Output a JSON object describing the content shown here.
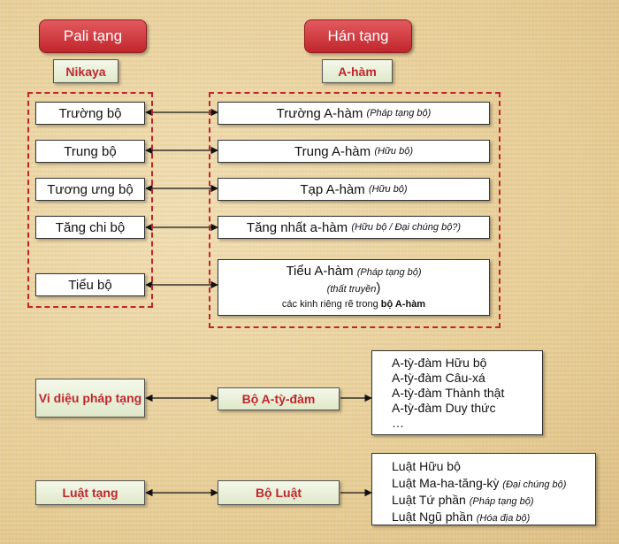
{
  "headers": {
    "pali": "Pali tạng",
    "han": "Hán tạng"
  },
  "subheaders": {
    "nikaya": "Nikaya",
    "aham": "A-hàm"
  },
  "pali_items": [
    "Trường bộ",
    "Trung bộ",
    "Tương ưng bộ",
    "Tăng chi bộ",
    "Tiểu bộ"
  ],
  "han_items": [
    {
      "name": "Trường A-hàm",
      "note": "(Pháp tạng bộ)"
    },
    {
      "name": "Trung A-hàm",
      "note": "(Hữu bộ)"
    },
    {
      "name": "Tạp A-hàm",
      "note": "(Hữu bộ)"
    },
    {
      "name": "Tăng nhất a-hàm",
      "note": "(Hữu bộ / Đại chúng bộ?)"
    }
  ],
  "tieu_aham": {
    "name": "Tiểu A-hàm",
    "note": "(Pháp tạng bộ)",
    "lost": "(thất truyền",
    "lost_close": ")",
    "desc": "các kinh riêng rẽ trong ",
    "desc_bold": "bộ A-hàm"
  },
  "abhidharma": {
    "pali": "Vi diệu pháp tạng",
    "han": "Bộ A-tỳ-đàm",
    "list": [
      "A-tỳ-đàm Hữu bộ",
      "A-tỳ-đàm Câu-xá",
      "A-tỳ-đàm Thành thật",
      "A-tỳ-đàm Duy thức",
      "…"
    ]
  },
  "vinaya": {
    "pali": "Luật tạng",
    "han": "Bộ Luật",
    "list": [
      {
        "name": "Luật Hữu bộ",
        "note": ""
      },
      {
        "name": "Luật Ma-ha-tăng-kỳ",
        "note": "(Đại chúng bộ)"
      },
      {
        "name": "Luật Tứ phần",
        "note": "(Pháp tạng bộ)"
      },
      {
        "name": "Luật Ngũ phần",
        "note": "(Hóa địa bộ)"
      }
    ]
  },
  "colors": {
    "red": "#c0262c",
    "green_bg": "#e6eed3",
    "parchment": "#e9d3a0"
  }
}
